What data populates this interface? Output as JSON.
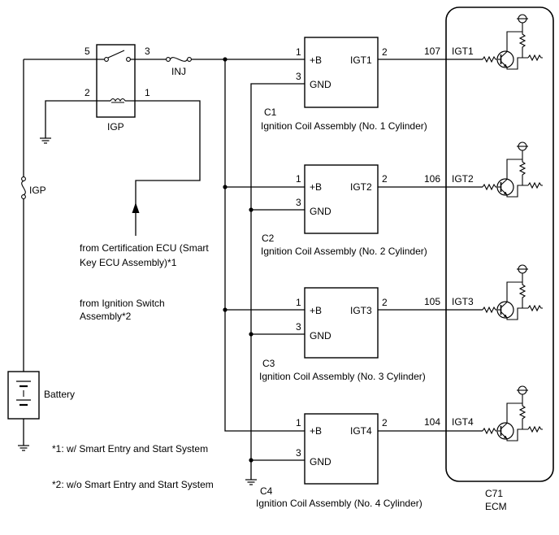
{
  "relay": {
    "label": "IGP",
    "pins": [
      "5",
      "3",
      "2",
      "1"
    ]
  },
  "fuses": {
    "inj_label": "INJ",
    "igp_label": "IGP"
  },
  "battery": {
    "label": "Battery"
  },
  "notes": {
    "from_certification_line1": "from Certification ECU (Smart",
    "from_certification_line2": "Key ECU Assembly)*1",
    "from_ignition_line1": "from Ignition Switch",
    "from_ignition_line2": "Assembly*2",
    "footnote_1": "*1: w/ Smart Entry and Start System",
    "footnote_2": "*2: w/o Smart Entry and Start System"
  },
  "coils": [
    {
      "connector": "C1",
      "name": "Ignition Coil Assembly (No. 1 Cylinder)",
      "pin_b": "1",
      "pin_gnd": "3",
      "pin_igt": "2",
      "label_b": "+B",
      "label_gnd": "GND",
      "label_igt": "IGT1",
      "ecm_pin": "107",
      "ecm_signal": "IGT1"
    },
    {
      "connector": "C2",
      "name": "Ignition Coil Assembly (No. 2 Cylinder)",
      "pin_b": "1",
      "pin_gnd": "3",
      "pin_igt": "2",
      "label_b": "+B",
      "label_gnd": "GND",
      "label_igt": "IGT2",
      "ecm_pin": "106",
      "ecm_signal": "IGT2"
    },
    {
      "connector": "C3",
      "name": "Ignition Coil Assembly (No. 3 Cylinder)",
      "pin_b": "1",
      "pin_gnd": "3",
      "pin_igt": "2",
      "label_b": "+B",
      "label_gnd": "GND",
      "label_igt": "IGT3",
      "ecm_pin": "105",
      "ecm_signal": "IGT3"
    },
    {
      "connector": "C4",
      "name": "Ignition Coil Assembly (No. 4 Cylinder)",
      "pin_b": "1",
      "pin_gnd": "3",
      "pin_igt": "2",
      "label_b": "+B",
      "label_gnd": "GND",
      "label_igt": "IGT4",
      "ecm_pin": "104",
      "ecm_signal": "IGT4"
    }
  ],
  "ecm": {
    "connector": "C71",
    "label": "ECM"
  }
}
